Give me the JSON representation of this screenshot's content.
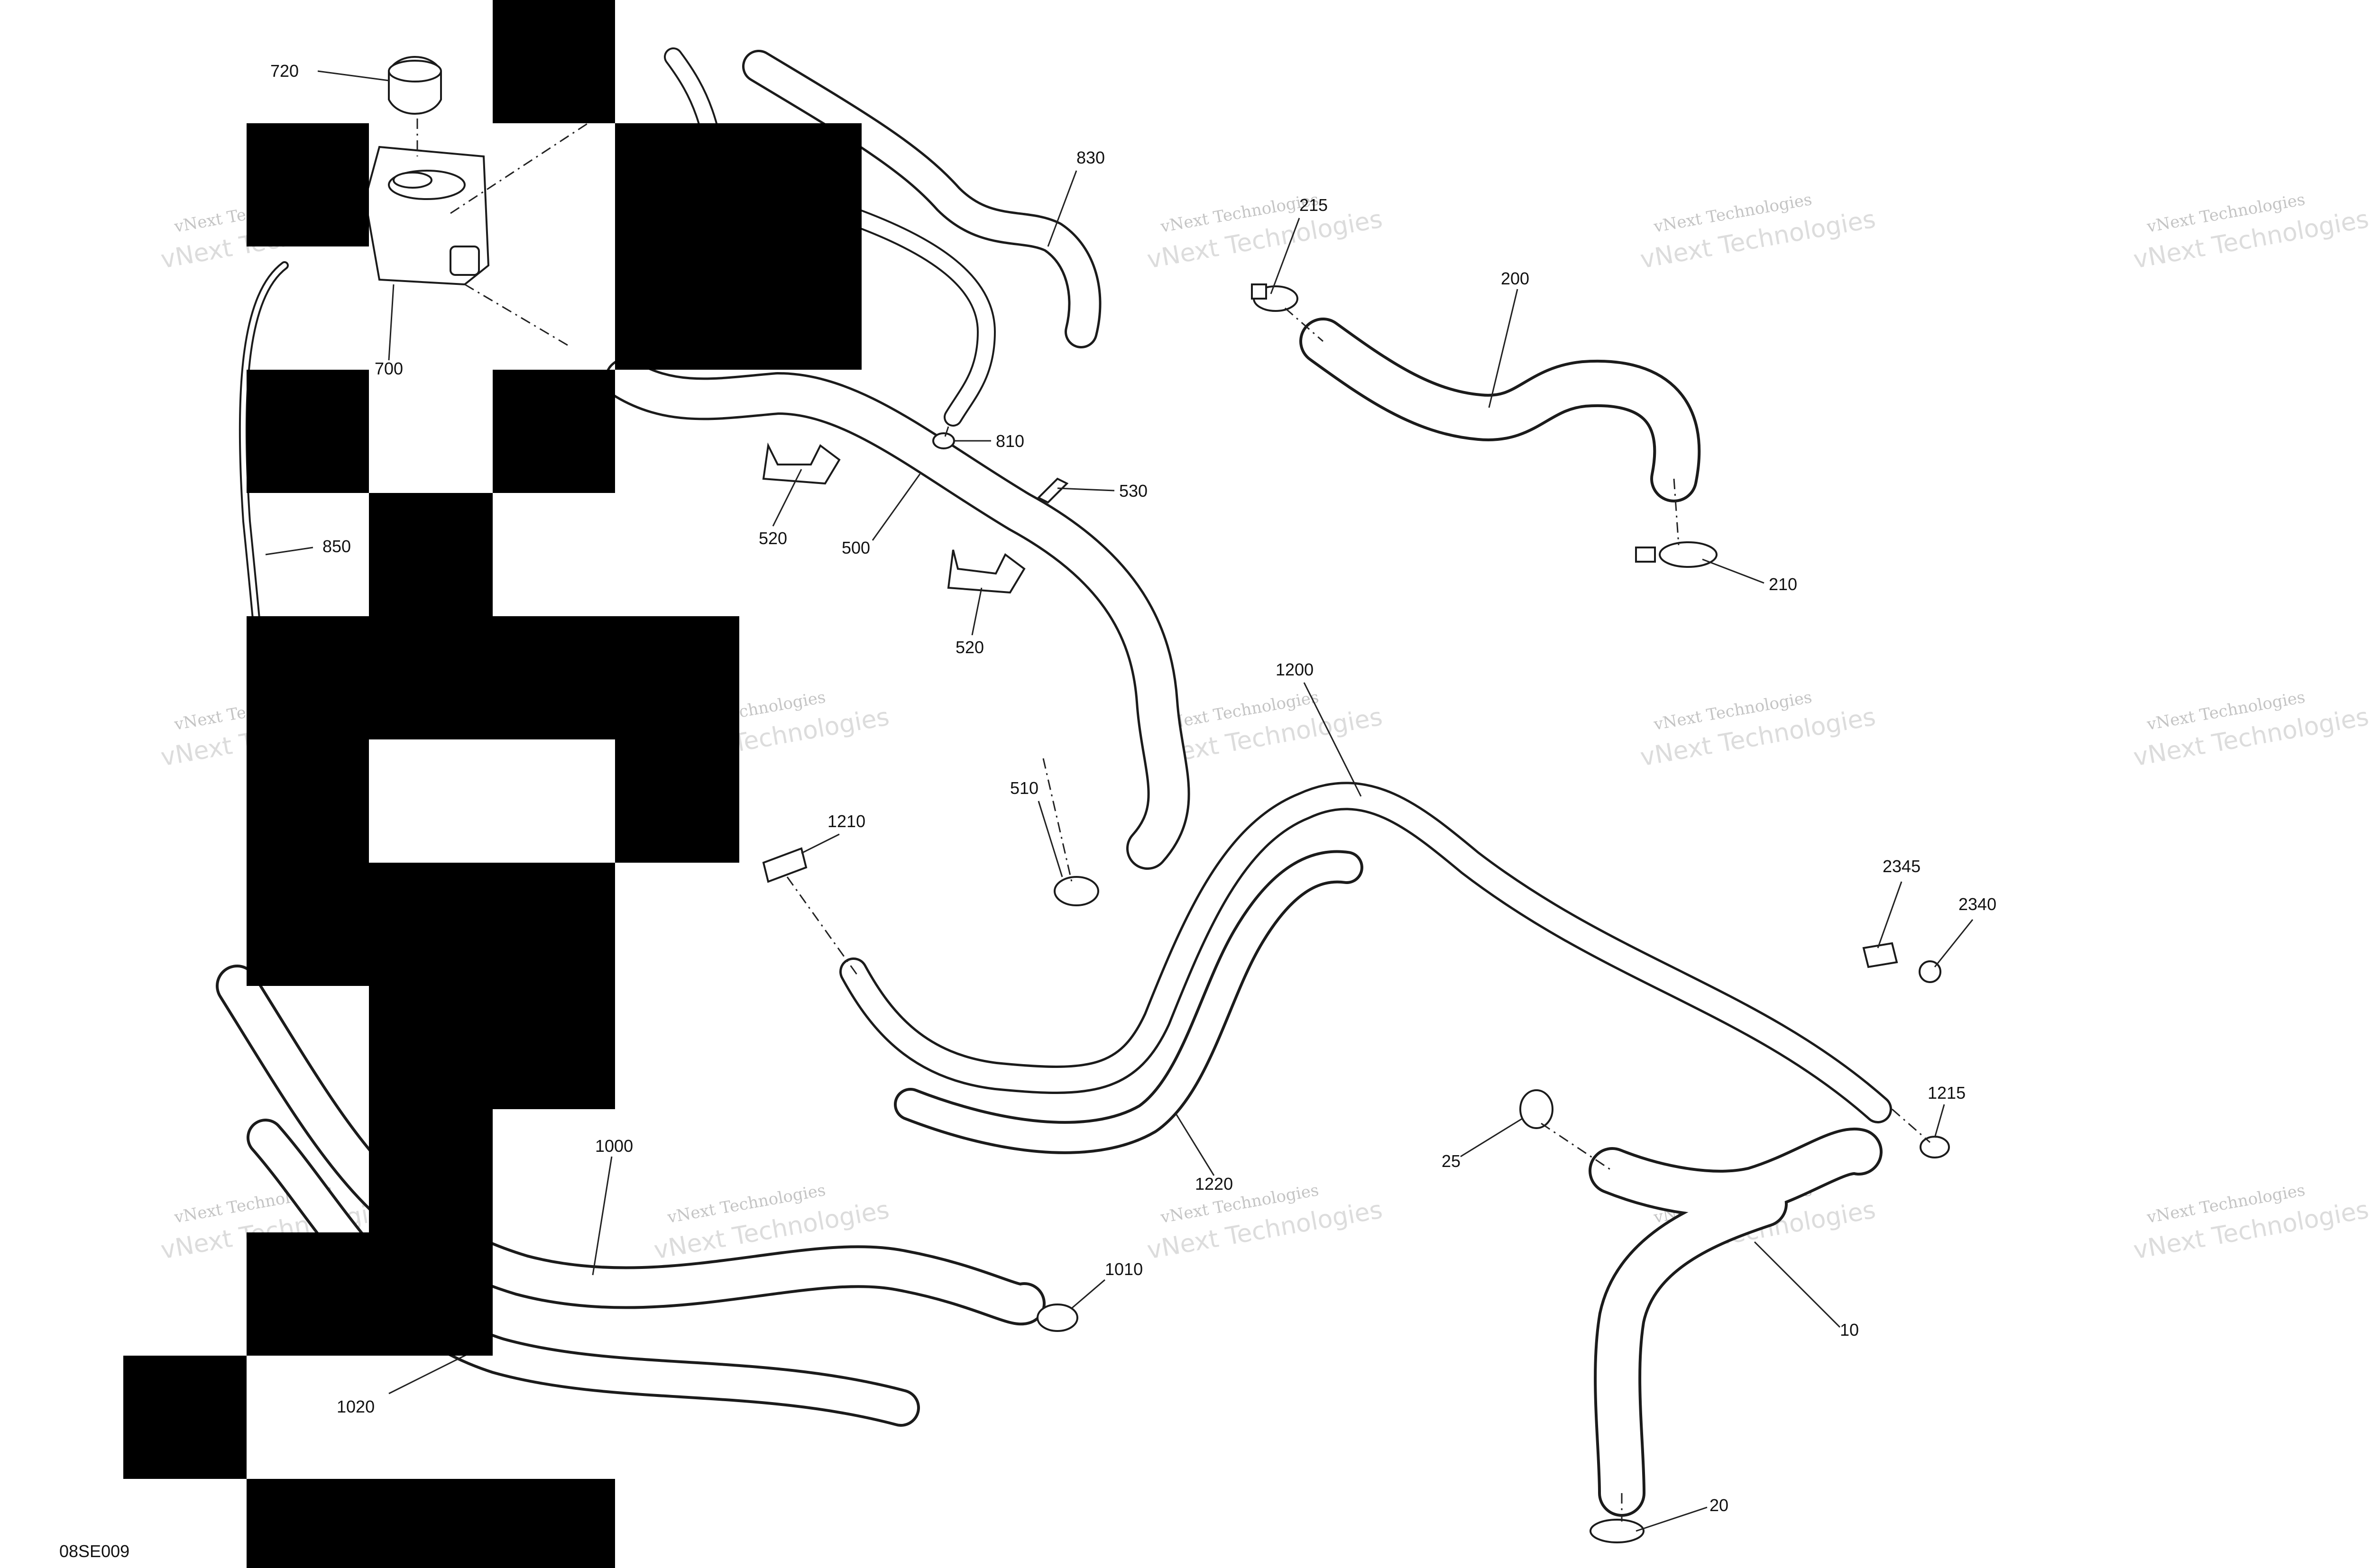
{
  "diagram": {
    "ref_code": "08SE009",
    "watermark": [
      "vNext Technologies",
      "vNext Technologies"
    ],
    "callouts": [
      {
        "id": "c720",
        "text": "720"
      },
      {
        "id": "c700",
        "text": "700"
      },
      {
        "id": "c830",
        "text": "830"
      },
      {
        "id": "c215",
        "text": "215"
      },
      {
        "id": "c200",
        "text": "200"
      },
      {
        "id": "c210",
        "text": "210"
      },
      {
        "id": "c810",
        "text": "810"
      },
      {
        "id": "c530",
        "text": "530"
      },
      {
        "id": "c520a",
        "text": "520"
      },
      {
        "id": "c500",
        "text": "500"
      },
      {
        "id": "c520b",
        "text": "520"
      },
      {
        "id": "c850",
        "text": "850"
      },
      {
        "id": "c1200",
        "text": "1200"
      },
      {
        "id": "c510",
        "text": "510"
      },
      {
        "id": "c1210",
        "text": "1210"
      },
      {
        "id": "c2345",
        "text": "2345"
      },
      {
        "id": "c2340",
        "text": "2340"
      },
      {
        "id": "c1215",
        "text": "1215"
      },
      {
        "id": "c25",
        "text": "25"
      },
      {
        "id": "c1220",
        "text": "1220"
      },
      {
        "id": "c1000",
        "text": "1000"
      },
      {
        "id": "c1010",
        "text": "1010"
      },
      {
        "id": "c10",
        "text": "10"
      },
      {
        "id": "c1020",
        "text": "1020"
      },
      {
        "id": "c20",
        "text": "20"
      }
    ]
  }
}
